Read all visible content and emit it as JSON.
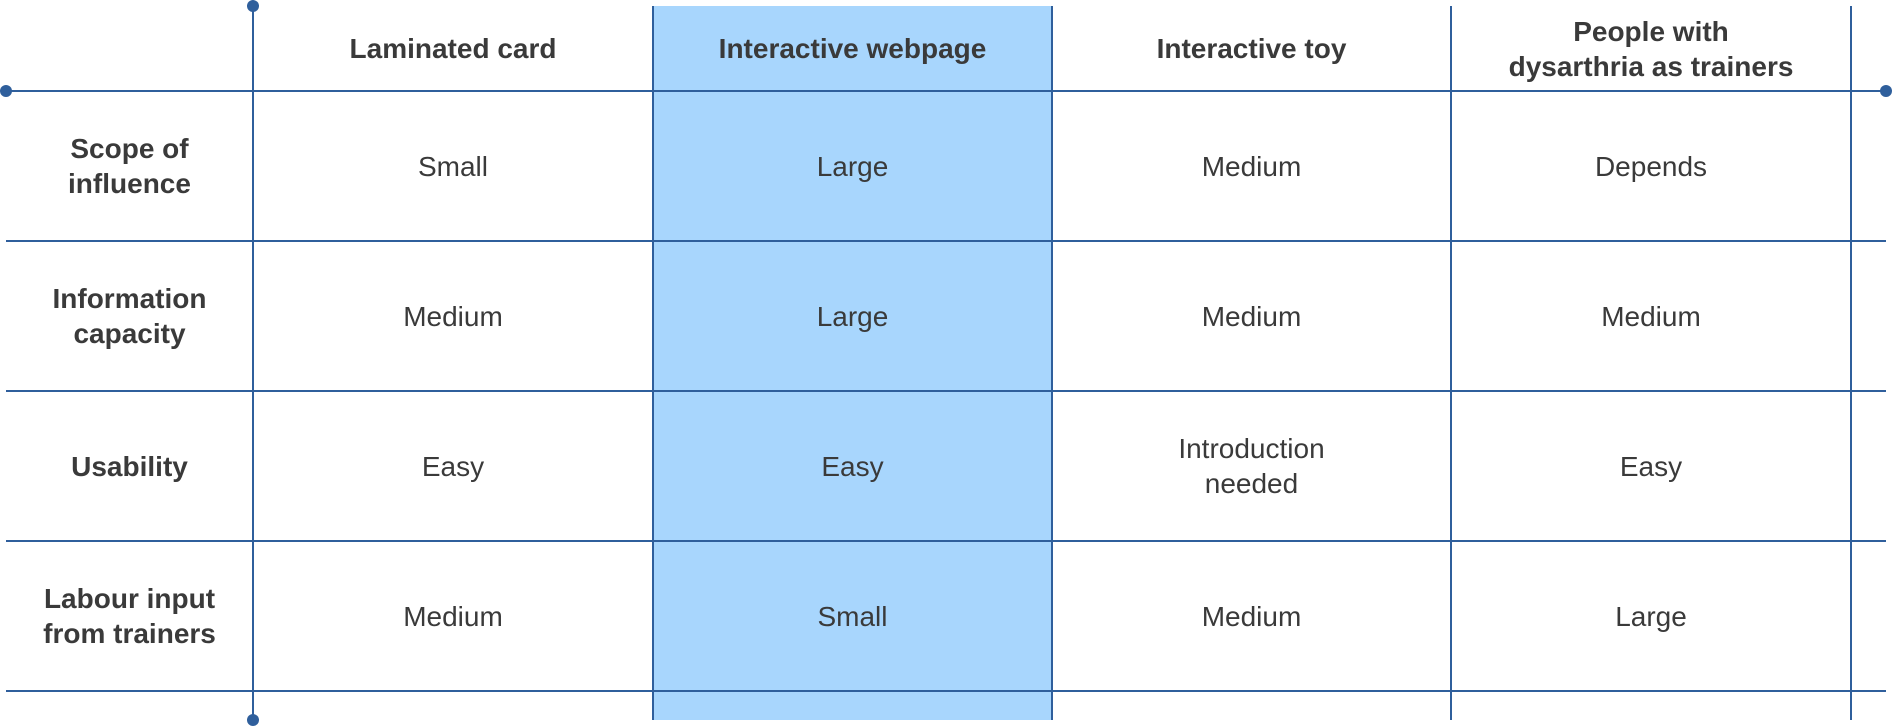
{
  "table": {
    "columns": [
      "Laminated card",
      "Interactive webpage",
      "Interactive toy",
      "People with\ndysarthria as trainers"
    ],
    "highlighted_column": 1,
    "highlight_color": "#a8d6fd",
    "line_color": "#2f5f9c",
    "rows": [
      {
        "label": "Scope of\ninfluence",
        "values": [
          "Small",
          "Large",
          "Medium",
          "Depends"
        ]
      },
      {
        "label": "Information\ncapacity",
        "values": [
          "Medium",
          "Large",
          "Medium",
          "Medium"
        ]
      },
      {
        "label": "Usability",
        "values": [
          "Easy",
          "Easy",
          "Introduction\nneeded",
          "Easy"
        ]
      },
      {
        "label": "Labour input\nfrom trainers",
        "values": [
          "Medium",
          "Small",
          "Medium",
          "Large"
        ]
      }
    ]
  }
}
